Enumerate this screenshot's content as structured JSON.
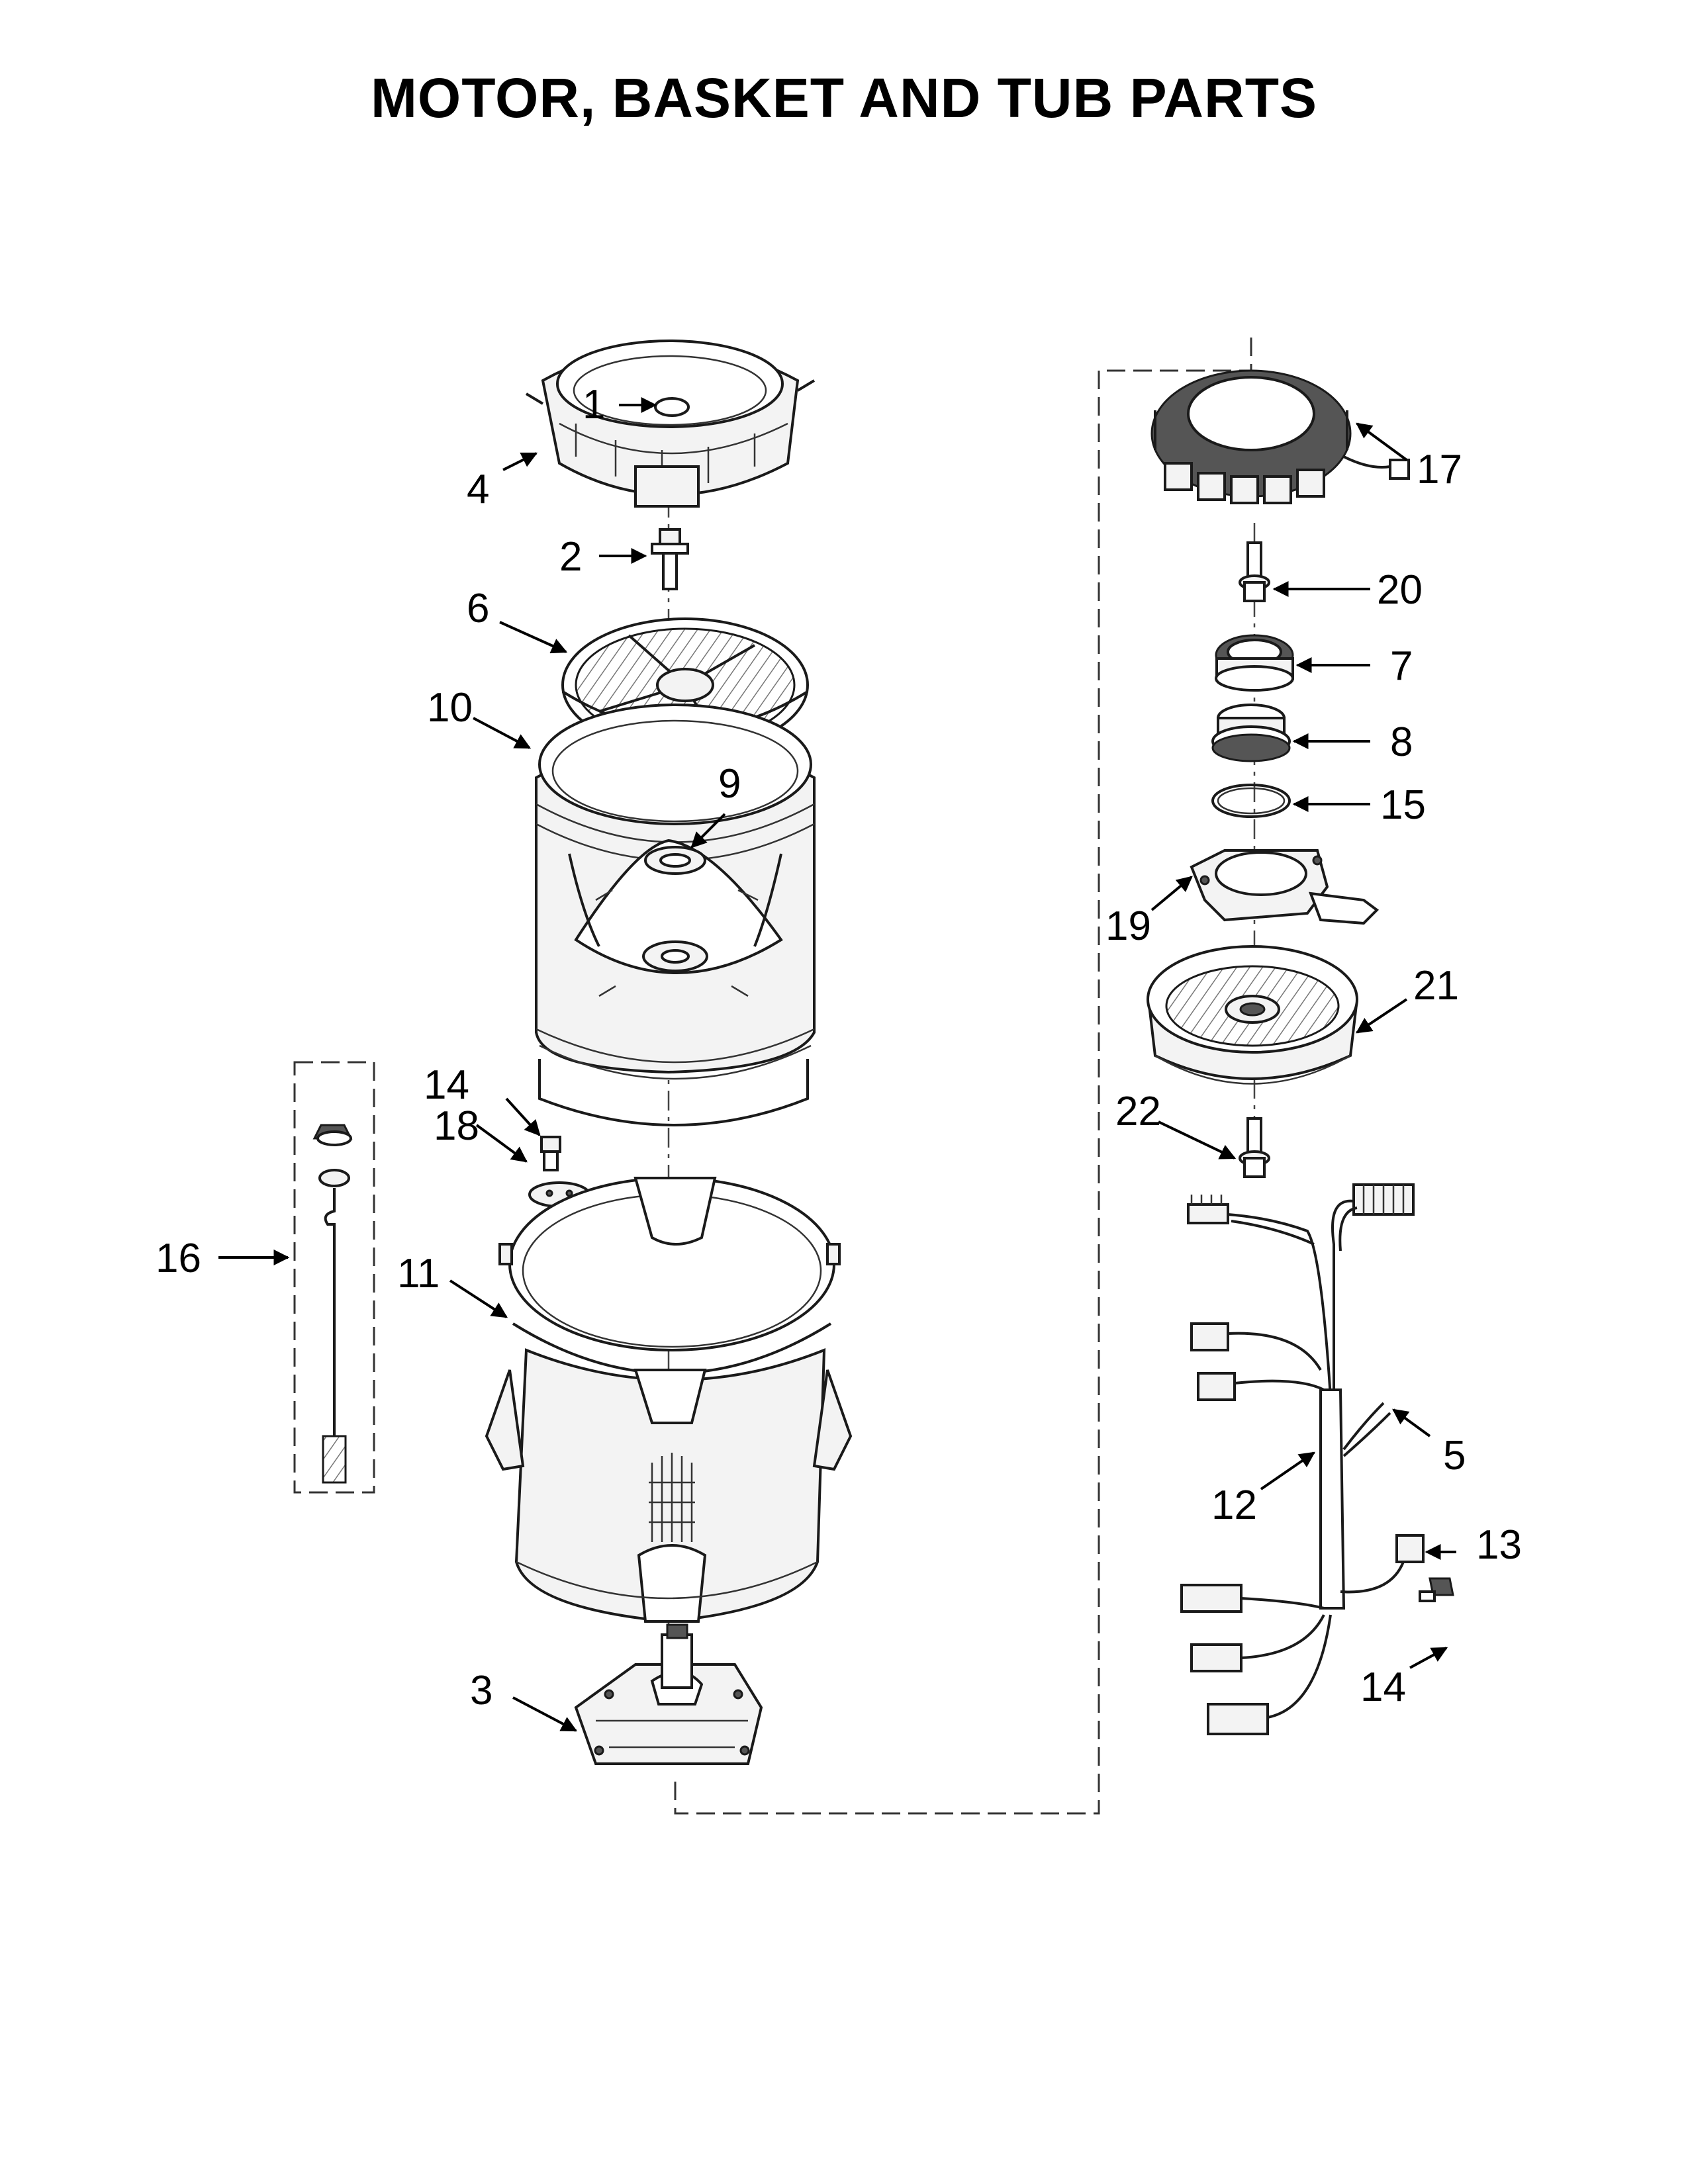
{
  "title": "MOTOR, BASKET AND TUB PARTS",
  "callouts": [
    {
      "id": "1",
      "label": "1"
    },
    {
      "id": "2",
      "label": "2"
    },
    {
      "id": "3",
      "label": "3"
    },
    {
      "id": "4",
      "label": "4"
    },
    {
      "id": "5",
      "label": "5"
    },
    {
      "id": "6",
      "label": "6"
    },
    {
      "id": "7",
      "label": "7"
    },
    {
      "id": "8",
      "label": "8"
    },
    {
      "id": "9",
      "label": "9"
    },
    {
      "id": "10",
      "label": "10"
    },
    {
      "id": "11",
      "label": "11"
    },
    {
      "id": "12",
      "label": "12"
    },
    {
      "id": "13",
      "label": "13"
    },
    {
      "id": "14a",
      "label": "14"
    },
    {
      "id": "14b",
      "label": "14"
    },
    {
      "id": "15",
      "label": "15"
    },
    {
      "id": "16",
      "label": "16"
    },
    {
      "id": "17",
      "label": "17"
    },
    {
      "id": "18",
      "label": "18"
    },
    {
      "id": "19",
      "label": "19"
    },
    {
      "id": "20",
      "label": "20"
    },
    {
      "id": "21",
      "label": "21"
    },
    {
      "id": "22",
      "label": "22"
    }
  ]
}
